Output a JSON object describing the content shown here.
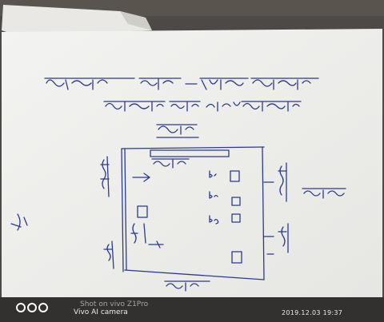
{
  "photo": {
    "subject": "hand-drawn polling booth sketch on paper"
  },
  "watermark": {
    "shot_on": "Shot on vivo Z1Pro",
    "camera": "Vivo AI camera",
    "timestamp": "2019.12.03 19:37"
  },
  "colors": {
    "paper": "#f1f1ef",
    "ink": "#2c3a8c",
    "shadow_frame": "#4a4744"
  }
}
